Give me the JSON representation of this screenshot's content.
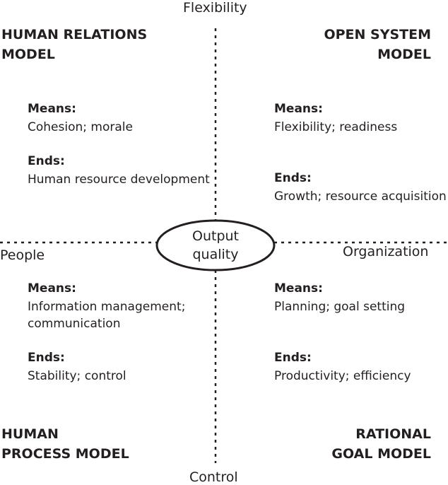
{
  "axes": {
    "top": "Flexibility",
    "bottom": "Control",
    "left": "People",
    "right": "Organization"
  },
  "center": {
    "line1": "Output",
    "line2": "quality"
  },
  "quadrants": {
    "top_left": {
      "title_line1": "HUMAN RELATIONS",
      "title_line2": "MODEL",
      "means_label": "Means:",
      "means_text": "Cohesion; morale",
      "ends_label": "Ends:",
      "ends_text": "Human resource development"
    },
    "top_right": {
      "title_line1": "OPEN SYSTEM",
      "title_line2": "MODEL",
      "means_label": "Means:",
      "means_text": "Flexibility; readiness",
      "ends_label": "Ends:",
      "ends_text": "Growth; resource acquisition"
    },
    "bottom_left": {
      "title_line1": "HUMAN",
      "title_line2": "PROCESS MODEL",
      "means_label": "Means:",
      "means_text_line1": "Information management;",
      "means_text_line2": "communication",
      "ends_label": "Ends:",
      "ends_text": "Stability; control"
    },
    "bottom_right": {
      "title_line1": "RATIONAL",
      "title_line2": "GOAL MODEL",
      "means_label": "Means:",
      "means_text": "Planning; goal setting",
      "ends_label": "Ends:",
      "ends_text": "Productivity; efficiency"
    }
  }
}
